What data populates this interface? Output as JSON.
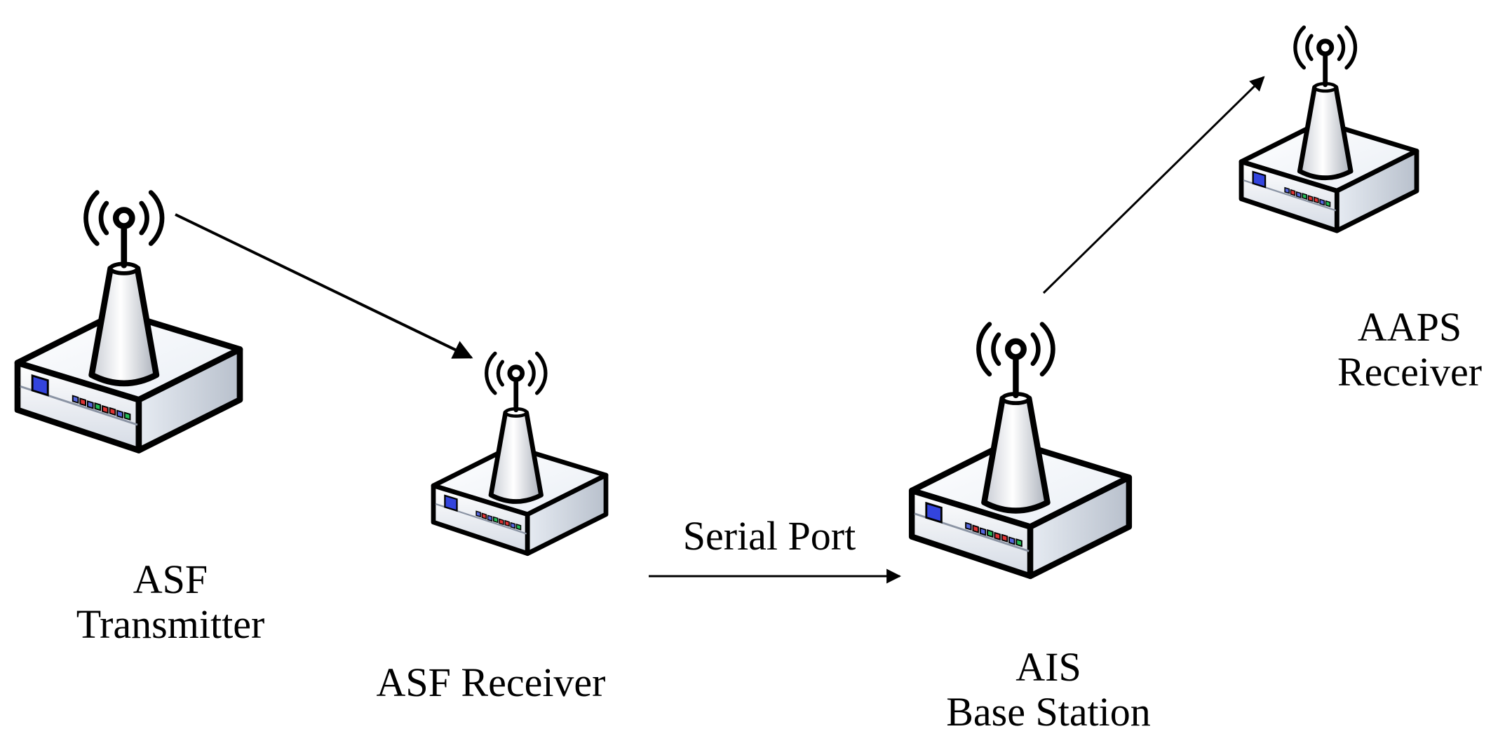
{
  "nodes": {
    "asf_transmitter": {
      "line1": "ASF",
      "line2": "Transmitter"
    },
    "asf_receiver": {
      "line1": "ASF Receiver"
    },
    "ais_base_station": {
      "line1": "AIS",
      "line2": "Base Station"
    },
    "aaps_receiver": {
      "line1": "AAPS",
      "line2": "Receiver"
    }
  },
  "links": {
    "serial_port": "Serial Port"
  },
  "colors": {
    "stroke": "#000000",
    "device_fill": "#ffffff",
    "device_shade": "#dde4ee",
    "screen": "#3344dd",
    "leds": [
      "#5566dd",
      "#dd3333",
      "#5566dd",
      "#22bb55",
      "#dd3333",
      "#dd3333",
      "#5566dd",
      "#22bb55"
    ]
  },
  "icons": [
    "wireless-router-icon"
  ]
}
